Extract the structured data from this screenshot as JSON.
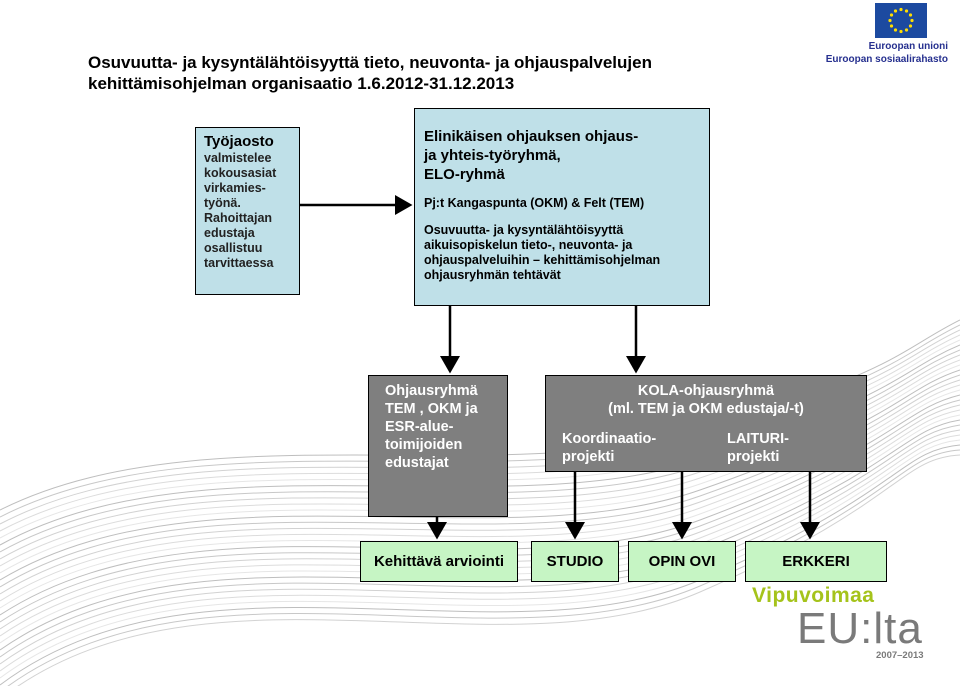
{
  "title": {
    "line1": "Osuvuutta- ja kysyntälähtöisyyttä tieto, neuvonta- ja ohjauspalvelujen",
    "line2": "kehittämisohjelman organisaatio 1.6.2012-31.12.2013"
  },
  "eu_logo": {
    "line1": "Euroopan unioni",
    "line2": "Euroopan sosiaalirahasto",
    "flag_color": "#1c4aa0",
    "star_color": "#ffdd00"
  },
  "tyojaosto": {
    "head": "Työjaosto",
    "lines": [
      "valmistelee",
      "kokousasiat",
      "virkamies-",
      "työnä.",
      "Rahoittajan",
      "edustaja",
      "osallistuu",
      "tarvittaessa"
    ]
  },
  "elo": {
    "head_lines": [
      "Elinikäisen ohjauksen ohjaus-",
      "ja yhteis-työryhmä,",
      "ELO-ryhmä"
    ],
    "chairs": "Pj:t Kangaspunta (OKM) & Felt (TEM)",
    "desc_lines": [
      "Osuvuutta- ja kysyntälähtöisyyttä",
      "aikuisopiskelun tieto-, neuvonta- ja",
      "ohjauspalveluihin – kehittämisohjelman",
      "ohjausryhmän tehtävät"
    ]
  },
  "ohjausryhma": {
    "lines": [
      "Ohjausryhmä",
      "TEM , OKM ja",
      "ESR-alue-",
      "toimijoiden",
      "edustajat"
    ]
  },
  "kola": {
    "head": "KOLA-ohjausryhmä",
    "sub": "(ml. TEM ja OKM edustaja/-t)",
    "col1_lines": [
      "Koordinaatio-",
      "projekti"
    ],
    "col2_lines": [
      "LAITURI-",
      "projekti"
    ]
  },
  "projects": [
    "Kehittävä arviointi",
    "STUDIO",
    "OPIN OVI",
    "ERKKERI"
  ],
  "vipuvoimaa": {
    "title": "Vipuvoimaa",
    "eu": "EU:lta",
    "years": "2007–2013",
    "title_color": "#a5c31b"
  },
  "colors": {
    "box_blue": "#bfe0e8",
    "box_grey": "#7f7f7f",
    "box_green": "#c6f5c4"
  }
}
